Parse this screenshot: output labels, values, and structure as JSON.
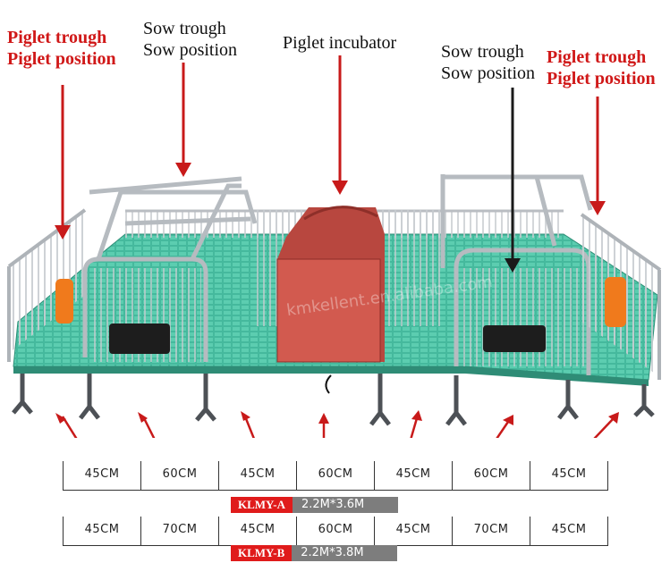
{
  "labels": {
    "left_outer": [
      "Piglet trough",
      "Piglet position"
    ],
    "left_inner": [
      "Sow trough",
      "Sow position"
    ],
    "center": "Piglet incubator",
    "right_inner": [
      "Sow trough",
      "Sow position"
    ],
    "right_outer": [
      "Piglet trough",
      "Piglet position"
    ]
  },
  "watermark": "kmkellent.en.alibaba.com",
  "models": [
    {
      "code": "KLMY-A",
      "size": "2.2M*3.6M",
      "dimensions": [
        "45CM",
        "60CM",
        "45CM",
        "60CM",
        "45CM",
        "60CM",
        "45CM"
      ]
    },
    {
      "code": "KLMY-B",
      "size": "2.2M*3.8M",
      "dimensions": [
        "45CM",
        "70CM",
        "45CM",
        "60CM",
        "45CM",
        "70CM",
        "45CM"
      ]
    }
  ],
  "colors": {
    "label_red": "#d01818",
    "floor_green": "#3fb59a",
    "incubator_red": "#b8473f",
    "trough_orange": "#f07a1c"
  }
}
